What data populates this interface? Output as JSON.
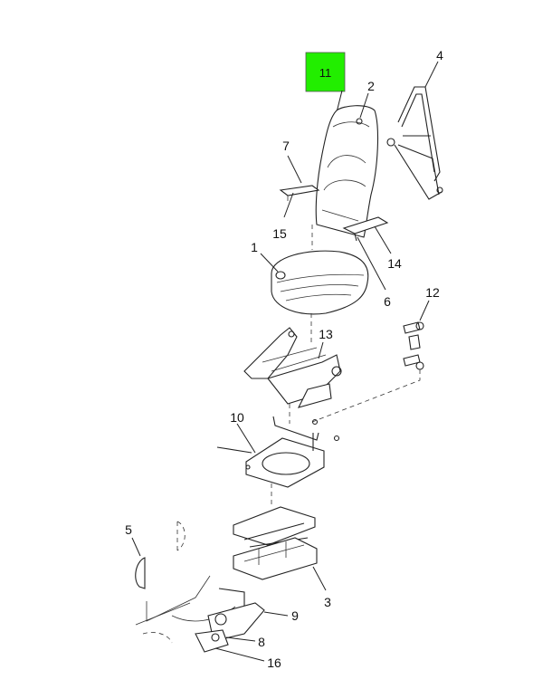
{
  "callouts": {
    "c1": "1",
    "c2": "2",
    "c3": "3",
    "c4": "4",
    "c5": "5",
    "c6": "6",
    "c7": "7",
    "c8": "8",
    "c9": "9",
    "c10": "10",
    "c11": "11",
    "c12": "12",
    "c13": "13",
    "c14": "14",
    "c15": "15",
    "c16": "16"
  },
  "highlight": {
    "part": "11",
    "color": "#22ee00"
  }
}
